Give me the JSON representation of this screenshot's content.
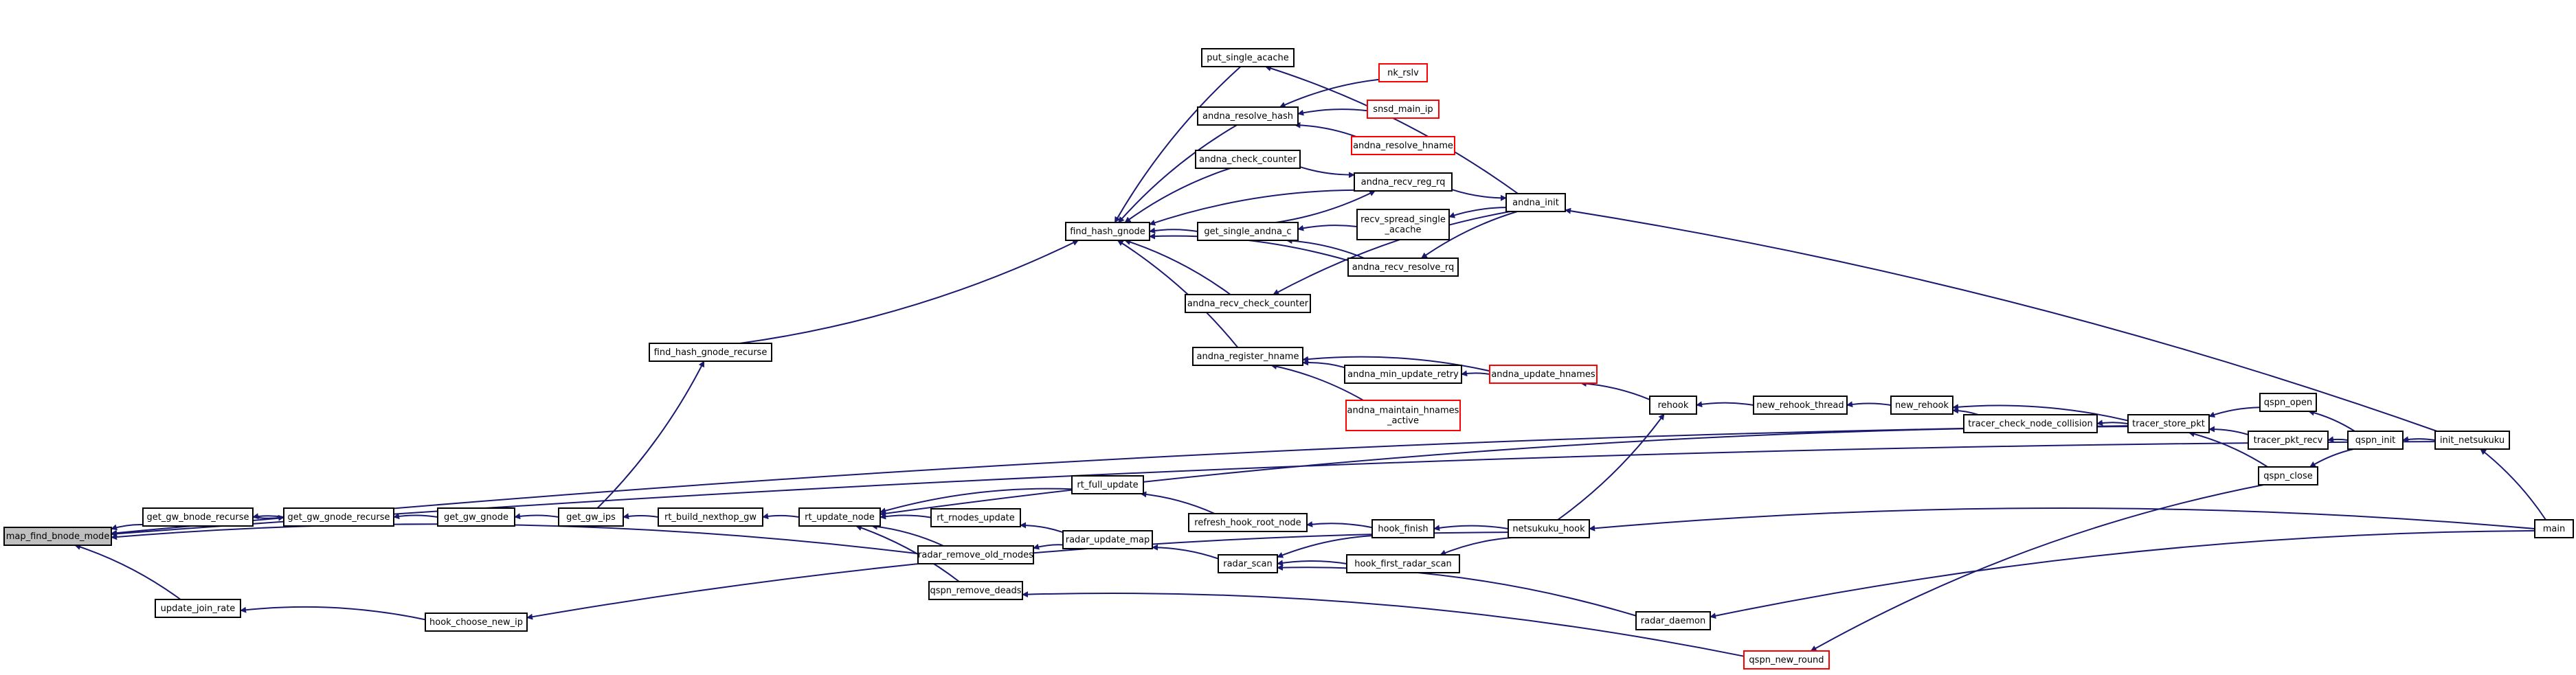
{
  "graph": {
    "arrow_color": "#191970",
    "border_color": "#000000",
    "truncated_border_color": "#ff0000",
    "highlight_fill": "#bfbfbf",
    "nodes": [
      {
        "id": "map_find_bnode_mode",
        "label": [
          "map_find_bnode_mode"
        ],
        "style": "highlight"
      },
      {
        "id": "get_gw_bnode_recurse",
        "label": [
          "get_gw_bnode_recurse"
        ],
        "style": "normal"
      },
      {
        "id": "get_gw_gnode_recurse",
        "label": [
          "get_gw_gnode_recurse"
        ],
        "style": "normal"
      },
      {
        "id": "get_gw_gnode",
        "label": [
          "get_gw_gnode"
        ],
        "style": "normal"
      },
      {
        "id": "get_gw_ips",
        "label": [
          "get_gw_ips"
        ],
        "style": "normal"
      },
      {
        "id": "rt_build_nexthop_gw",
        "label": [
          "rt_build_nexthop_gw"
        ],
        "style": "normal"
      },
      {
        "id": "rt_update_node",
        "label": [
          "rt_update_node"
        ],
        "style": "normal"
      },
      {
        "id": "update_join_rate",
        "label": [
          "update_join_rate"
        ],
        "style": "normal"
      },
      {
        "id": "hook_choose_new_ip",
        "label": [
          "hook_choose_new_ip"
        ],
        "style": "normal"
      },
      {
        "id": "find_hash_gnode_recurse",
        "label": [
          "find_hash_gnode_recurse"
        ],
        "style": "normal"
      },
      {
        "id": "find_hash_gnode",
        "label": [
          "find_hash_gnode"
        ],
        "style": "normal"
      },
      {
        "id": "put_single_acache",
        "label": [
          "put_single_acache"
        ],
        "style": "normal"
      },
      {
        "id": "andna_resolve_hash",
        "label": [
          "andna_resolve_hash"
        ],
        "style": "normal"
      },
      {
        "id": "nk_rslv",
        "label": [
          "nk_rslv"
        ],
        "style": "truncated"
      },
      {
        "id": "snsd_main_ip",
        "label": [
          "snsd_main_ip"
        ],
        "style": "truncated"
      },
      {
        "id": "andna_resolve_hname",
        "label": [
          "andna_resolve_hname"
        ],
        "style": "truncated"
      },
      {
        "id": "andna_check_counter",
        "label": [
          "andna_check_counter"
        ],
        "style": "normal"
      },
      {
        "id": "andna_recv_reg_rq",
        "label": [
          "andna_recv_reg_rq"
        ],
        "style": "normal"
      },
      {
        "id": "andna_init",
        "label": [
          "andna_init"
        ],
        "style": "normal"
      },
      {
        "id": "get_single_andna_c",
        "label": [
          "get_single_andna_c"
        ],
        "style": "normal"
      },
      {
        "id": "recv_spread_single_acache",
        "label": [
          "recv_spread_single",
          "_acache"
        ],
        "style": "normal"
      },
      {
        "id": "andna_recv_resolve_rq",
        "label": [
          "andna_recv_resolve_rq"
        ],
        "style": "normal"
      },
      {
        "id": "andna_recv_check_counter",
        "label": [
          "andna_recv_check_counter"
        ],
        "style": "normal"
      },
      {
        "id": "andna_register_hname",
        "label": [
          "andna_register_hname"
        ],
        "style": "normal"
      },
      {
        "id": "andna_min_update_retry",
        "label": [
          "andna_min_update_retry"
        ],
        "style": "normal"
      },
      {
        "id": "andna_update_hnames",
        "label": [
          "andna_update_hnames"
        ],
        "style": "truncated"
      },
      {
        "id": "andna_maintain_hnames_active",
        "label": [
          "andna_maintain_hnames",
          "_active"
        ],
        "style": "truncated"
      },
      {
        "id": "rehook",
        "label": [
          "rehook"
        ],
        "style": "normal"
      },
      {
        "id": "new_rehook_thread",
        "label": [
          "new_rehook_thread"
        ],
        "style": "normal"
      },
      {
        "id": "new_rehook",
        "label": [
          "new_rehook"
        ],
        "style": "normal"
      },
      {
        "id": "tracer_check_node_collision",
        "label": [
          "tracer_check_node_collision"
        ],
        "style": "normal"
      },
      {
        "id": "tracer_store_pkt",
        "label": [
          "tracer_store_pkt"
        ],
        "style": "normal"
      },
      {
        "id": "qspn_open",
        "label": [
          "qspn_open"
        ],
        "style": "normal"
      },
      {
        "id": "tracer_pkt_recv",
        "label": [
          "tracer_pkt_recv"
        ],
        "style": "normal"
      },
      {
        "id": "qspn_close",
        "label": [
          "qspn_close"
        ],
        "style": "normal"
      },
      {
        "id": "qspn_init",
        "label": [
          "qspn_init"
        ],
        "style": "normal"
      },
      {
        "id": "init_netsukuku",
        "label": [
          "init_netsukuku"
        ],
        "style": "normal"
      },
      {
        "id": "main",
        "label": [
          "main"
        ],
        "style": "normal"
      },
      {
        "id": "rt_full_update",
        "label": [
          "rt_full_update"
        ],
        "style": "normal"
      },
      {
        "id": "rt_rnodes_update",
        "label": [
          "rt_rnodes_update"
        ],
        "style": "normal"
      },
      {
        "id": "radar_remove_old_rnodes",
        "label": [
          "radar_remove_old_rnodes"
        ],
        "style": "normal"
      },
      {
        "id": "qspn_remove_deads",
        "label": [
          "qspn_remove_deads"
        ],
        "style": "normal"
      },
      {
        "id": "radar_update_map",
        "label": [
          "radar_update_map"
        ],
        "style": "normal"
      },
      {
        "id": "refresh_hook_root_node",
        "label": [
          "refresh_hook_root_node"
        ],
        "style": "normal"
      },
      {
        "id": "radar_scan",
        "label": [
          "radar_scan"
        ],
        "style": "normal"
      },
      {
        "id": "hook_finish",
        "label": [
          "hook_finish"
        ],
        "style": "normal"
      },
      {
        "id": "hook_first_radar_scan",
        "label": [
          "hook_first_radar_scan"
        ],
        "style": "normal"
      },
      {
        "id": "netsukuku_hook",
        "label": [
          "netsukuku_hook"
        ],
        "style": "normal"
      },
      {
        "id": "radar_daemon",
        "label": [
          "radar_daemon"
        ],
        "style": "normal"
      },
      {
        "id": "qspn_new_round",
        "label": [
          "qspn_new_round"
        ],
        "style": "truncated"
      }
    ],
    "edges": [
      {
        "from": "get_gw_bnode_recurse",
        "to": "map_find_bnode_mode"
      },
      {
        "from": "update_join_rate",
        "to": "map_find_bnode_mode"
      },
      {
        "from": "radar_remove_old_rnodes",
        "to": "map_find_bnode_mode"
      },
      {
        "from": "tracer_store_pkt",
        "to": "map_find_bnode_mode"
      },
      {
        "from": "init_netsukuku",
        "to": "map_find_bnode_mode"
      },
      {
        "from": "get_gw_gnode_recurse",
        "to": "get_gw_bnode_recurse"
      },
      {
        "from": "get_gw_bnode_recurse",
        "to": "get_gw_gnode_recurse"
      },
      {
        "from": "get_gw_gnode",
        "to": "get_gw_gnode_recurse"
      },
      {
        "from": "get_gw_ips",
        "to": "get_gw_gnode"
      },
      {
        "from": "rt_build_nexthop_gw",
        "to": "get_gw_ips"
      },
      {
        "from": "get_gw_ips",
        "to": "find_hash_gnode_recurse"
      },
      {
        "from": "find_hash_gnode_recurse",
        "to": "find_hash_gnode"
      },
      {
        "from": "rt_update_node",
        "to": "rt_build_nexthop_gw"
      },
      {
        "from": "rt_full_update",
        "to": "rt_update_node"
      },
      {
        "from": "rt_rnodes_update",
        "to": "rt_update_node"
      },
      {
        "from": "radar_remove_old_rnodes",
        "to": "rt_update_node"
      },
      {
        "from": "qspn_remove_deads",
        "to": "rt_update_node"
      },
      {
        "from": "tracer_store_pkt",
        "to": "rt_update_node"
      },
      {
        "from": "hook_choose_new_ip",
        "to": "update_join_rate"
      },
      {
        "from": "netsukuku_hook",
        "to": "hook_choose_new_ip"
      },
      {
        "from": "put_single_acache",
        "to": "find_hash_gnode"
      },
      {
        "from": "andna_resolve_hash",
        "to": "find_hash_gnode"
      },
      {
        "from": "andna_check_counter",
        "to": "find_hash_gnode"
      },
      {
        "from": "andna_recv_reg_rq",
        "to": "find_hash_gnode"
      },
      {
        "from": "get_single_andna_c",
        "to": "find_hash_gnode"
      },
      {
        "from": "andna_recv_resolve_rq",
        "to": "find_hash_gnode"
      },
      {
        "from": "andna_recv_check_counter",
        "to": "find_hash_gnode"
      },
      {
        "from": "andna_register_hname",
        "to": "find_hash_gnode"
      },
      {
        "from": "andna_init",
        "to": "put_single_acache"
      },
      {
        "from": "nk_rslv",
        "to": "andna_resolve_hash"
      },
      {
        "from": "snsd_main_ip",
        "to": "andna_resolve_hash"
      },
      {
        "from": "andna_resolve_hname",
        "to": "andna_resolve_hash"
      },
      {
        "from": "andna_check_counter",
        "to": "andna_recv_reg_rq"
      },
      {
        "from": "andna_recv_reg_rq",
        "to": "andna_init"
      },
      {
        "from": "get_single_andna_c",
        "to": "andna_recv_reg_rq"
      },
      {
        "from": "recv_spread_single_acache",
        "to": "get_single_andna_c"
      },
      {
        "from": "andna_recv_resolve_rq",
        "to": "get_single_andna_c"
      },
      {
        "from": "andna_init",
        "to": "recv_spread_single_acache"
      },
      {
        "from": "andna_init",
        "to": "andna_recv_resolve_rq"
      },
      {
        "from": "andna_init",
        "to": "andna_recv_check_counter"
      },
      {
        "from": "init_netsukuku",
        "to": "andna_init"
      },
      {
        "from": "andna_min_update_retry",
        "to": "andna_register_hname"
      },
      {
        "from": "andna_update_hnames",
        "to": "andna_register_hname"
      },
      {
        "from": "andna_maintain_hnames_active",
        "to": "andna_register_hname"
      },
      {
        "from": "andna_update_hnames",
        "to": "andna_min_update_retry"
      },
      {
        "from": "rehook",
        "to": "andna_update_hnames"
      },
      {
        "from": "new_rehook_thread",
        "to": "rehook"
      },
      {
        "from": "netsukuku_hook",
        "to": "rehook"
      },
      {
        "from": "new_rehook",
        "to": "new_rehook_thread"
      },
      {
        "from": "tracer_check_node_collision",
        "to": "new_rehook"
      },
      {
        "from": "tracer_store_pkt",
        "to": "new_rehook"
      },
      {
        "from": "tracer_store_pkt",
        "to": "tracer_check_node_collision"
      },
      {
        "from": "qspn_open",
        "to": "tracer_store_pkt"
      },
      {
        "from": "tracer_pkt_recv",
        "to": "tracer_store_pkt"
      },
      {
        "from": "qspn_close",
        "to": "tracer_store_pkt"
      },
      {
        "from": "qspn_init",
        "to": "qspn_open"
      },
      {
        "from": "qspn_init",
        "to": "tracer_pkt_recv"
      },
      {
        "from": "qspn_init",
        "to": "qspn_close"
      },
      {
        "from": "init_netsukuku",
        "to": "qspn_init"
      },
      {
        "from": "main",
        "to": "init_netsukuku"
      },
      {
        "from": "main",
        "to": "netsukuku_hook"
      },
      {
        "from": "main",
        "to": "radar_daemon"
      },
      {
        "from": "refresh_hook_root_node",
        "to": "rt_full_update"
      },
      {
        "from": "radar_update_map",
        "to": "rt_rnodes_update"
      },
      {
        "from": "radar_update_map",
        "to": "radar_remove_old_rnodes"
      },
      {
        "from": "qspn_new_round",
        "to": "qspn_remove_deads"
      },
      {
        "from": "qspn_close",
        "to": "qspn_new_round"
      },
      {
        "from": "radar_scan",
        "to": "radar_update_map"
      },
      {
        "from": "hook_finish",
        "to": "refresh_hook_root_node"
      },
      {
        "from": "hook_finish",
        "to": "radar_scan"
      },
      {
        "from": "hook_first_radar_scan",
        "to": "radar_scan"
      },
      {
        "from": "radar_daemon",
        "to": "radar_scan"
      },
      {
        "from": "netsukuku_hook",
        "to": "hook_finish"
      },
      {
        "from": "netsukuku_hook",
        "to": "hook_first_radar_scan"
      }
    ]
  }
}
